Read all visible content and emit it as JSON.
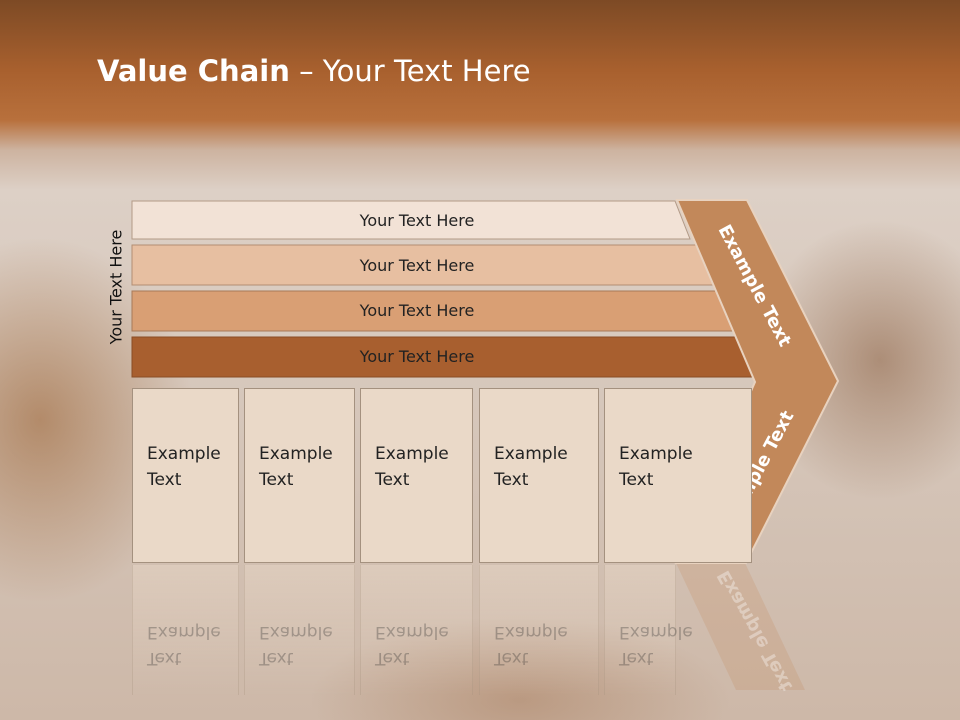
{
  "title": {
    "bold": "Value Chain",
    "rest": " – Your Text Here"
  },
  "side_label": "Your Text Here",
  "bars": [
    {
      "label": "Your Text Here",
      "color": "#f2e2d6"
    },
    {
      "label": "Your Text Here",
      "color": "#e7bfa1"
    },
    {
      "label": "Your Text Here",
      "color": "#d99f74"
    },
    {
      "label": "Your Text Here",
      "color": "#a85f2f"
    }
  ],
  "cells": [
    {
      "line1": "Example",
      "line2": "Text"
    },
    {
      "line1": "Example",
      "line2": "Text"
    },
    {
      "line1": "Example",
      "line2": "Text"
    },
    {
      "line1": "Example",
      "line2": "Text"
    },
    {
      "line1": "Example",
      "line2": "Text"
    }
  ],
  "chevron": {
    "top_text": "Example Text",
    "bottom_text": "Example Text",
    "color": "#c2885a"
  }
}
